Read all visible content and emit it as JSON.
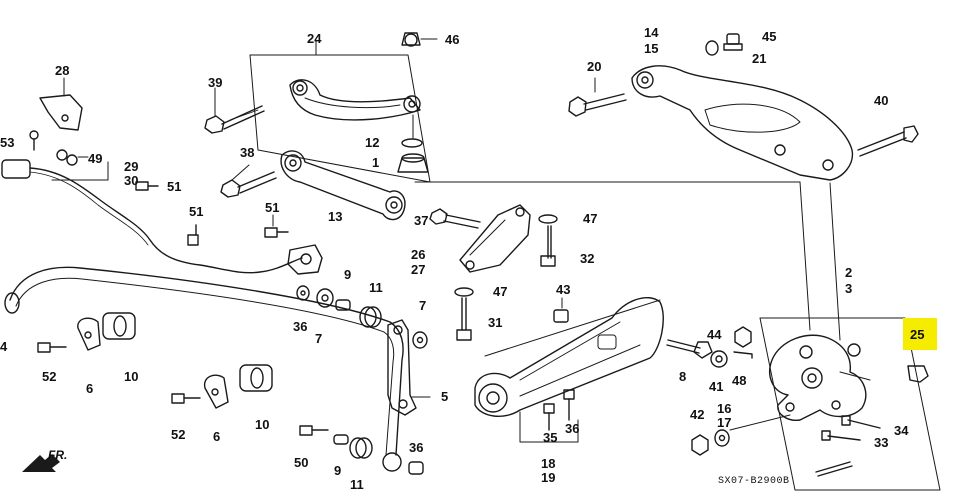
{
  "diagram": {
    "drawing_code": "SX07-B2900B",
    "direction_label": "FR.",
    "highlight_part": "25",
    "highlight_color": "#f5ec00",
    "line_color": "#1a1a1a",
    "callouts": {
      "c1": "1",
      "c2": "2",
      "c3": "3",
      "c4": "4",
      "c5": "5",
      "c6a": "6",
      "c6b": "6",
      "c7a": "7",
      "c7b": "7",
      "c8": "8",
      "c9a": "9",
      "c9b": "9",
      "c10a": "10",
      "c10b": "10",
      "c11a": "11",
      "c11b": "11",
      "c12": "12",
      "c13": "13",
      "c14": "14",
      "c15": "15",
      "c16": "16",
      "c17": "17",
      "c18": "18",
      "c19": "19",
      "c20": "20",
      "c21": "21",
      "c24": "24",
      "c25": "25",
      "c26": "26",
      "c27": "27",
      "c28": "28",
      "c29": "29",
      "c30": "30",
      "c31": "31",
      "c32": "32",
      "c33": "33",
      "c34": "34",
      "c35": "35",
      "c36a": "36",
      "c36b": "36",
      "c37": "37",
      "c38": "38",
      "c39": "39",
      "c40": "40",
      "c41": "41",
      "c42": "42",
      "c43": "43",
      "c44": "44",
      "c45": "45",
      "c46": "46",
      "c47a": "47",
      "c47b": "47",
      "c48": "48",
      "c49": "49",
      "c50": "50",
      "c51a": "51",
      "c51b": "51",
      "c51c": "51",
      "c52a": "52",
      "c52b": "52",
      "c53": "53"
    }
  }
}
